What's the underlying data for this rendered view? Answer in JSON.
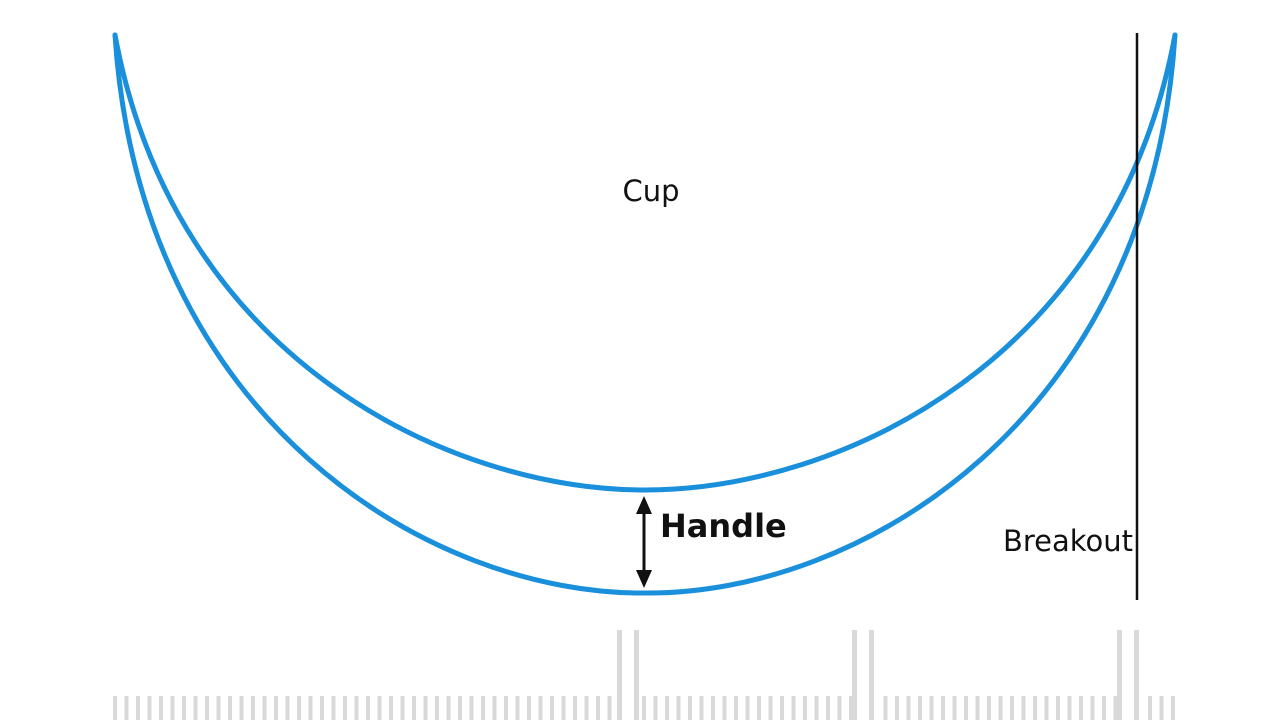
{
  "labels": {
    "cup": "Cup",
    "handle": "Handle",
    "breakout": "Breakout"
  },
  "colors": {
    "curve": "#1a8fdb",
    "text": "#111111",
    "volume_bar": "#d9d9d9",
    "breakout_line": "#111111"
  }
}
